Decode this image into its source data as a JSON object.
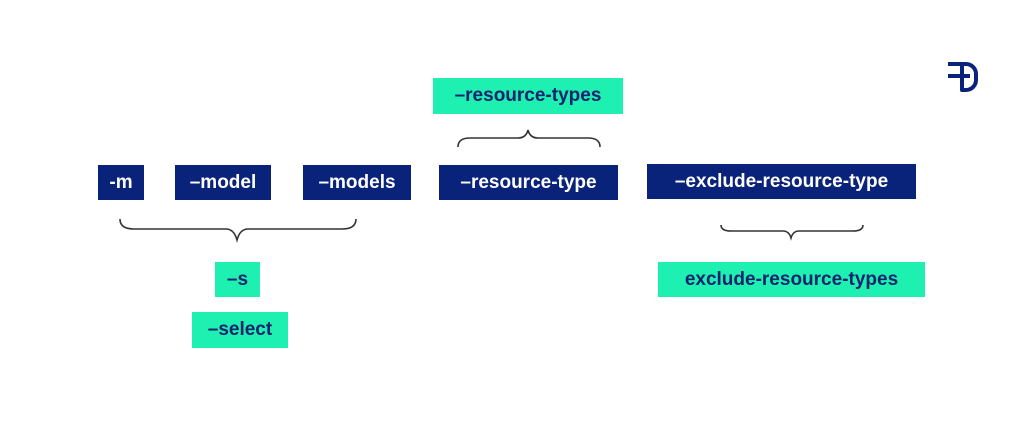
{
  "flags": {
    "m": "-m",
    "model": "–model",
    "models": "–models",
    "resource_type": "–resource-type",
    "exclude_resource_type": "–exclude-resource-type"
  },
  "aliases": {
    "resource_types": "–resource-types",
    "s": "–s",
    "select": "–select",
    "exclude_resource_types": "exclude-resource-types"
  },
  "colors": {
    "flag_bg": "#0a237a",
    "flag_text": "#ffffff",
    "alias_bg": "#1df0b0",
    "alias_text": "#10236e",
    "brace": "#333333",
    "logo": "#0a237a"
  },
  "logo": {
    "icon": "brand-logo-icon"
  }
}
